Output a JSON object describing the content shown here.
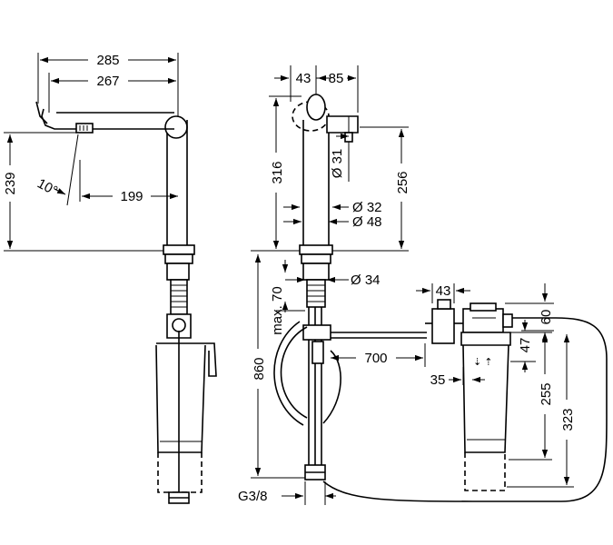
{
  "labels": {
    "d285": "285",
    "d267": "267",
    "d239": "239",
    "d10deg": "10°",
    "d199": "199",
    "d43a": "43",
    "d85": "85",
    "d316": "316",
    "d256": "256",
    "d31": "Ø 31",
    "d32": "Ø 32",
    "d48": "Ø 48",
    "d34": "Ø 34",
    "dmax70": "max. 70",
    "d43b": "43",
    "d60": "60",
    "d700": "700",
    "d860": "860",
    "d47": "47",
    "d35": "35",
    "d255": "255",
    "d323": "323",
    "dg38": "G3/8"
  }
}
